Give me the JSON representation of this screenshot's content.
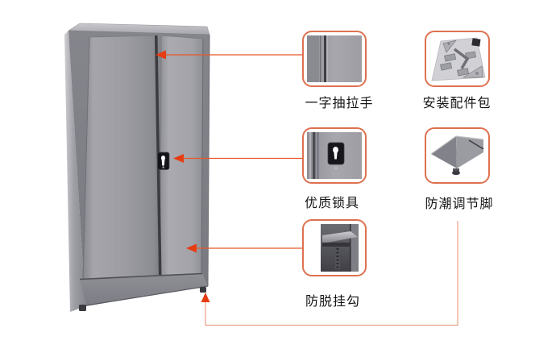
{
  "page": {
    "background": "#ffffff",
    "type": "product-feature-callout-diagram"
  },
  "colors": {
    "accent_border": "#dd7150",
    "arrow_head": "#e63c12",
    "connector_line": "#e8572a",
    "foot_connector_line": "#eba184",
    "cabinet_gray": "#9b9ba1",
    "cabinet_dark_seam": "#3b3b40",
    "label_text": "#151515"
  },
  "features": [
    {
      "id": "pull-handle",
      "label": "一字抽拉手",
      "icon": "door-seam-handle-photo"
    },
    {
      "id": "hardware-kit",
      "label": "安装配件包",
      "icon": "mounting-parts-photo"
    },
    {
      "id": "lock",
      "label": "优质锁具",
      "icon": "door-lock-photo"
    },
    {
      "id": "adjustable-feet",
      "label": "防潮调节脚",
      "icon": "cabinet-foot-photo"
    },
    {
      "id": "shelf-hook",
      "label": "防脱挂勾",
      "icon": "shelf-hook-photo"
    }
  ]
}
